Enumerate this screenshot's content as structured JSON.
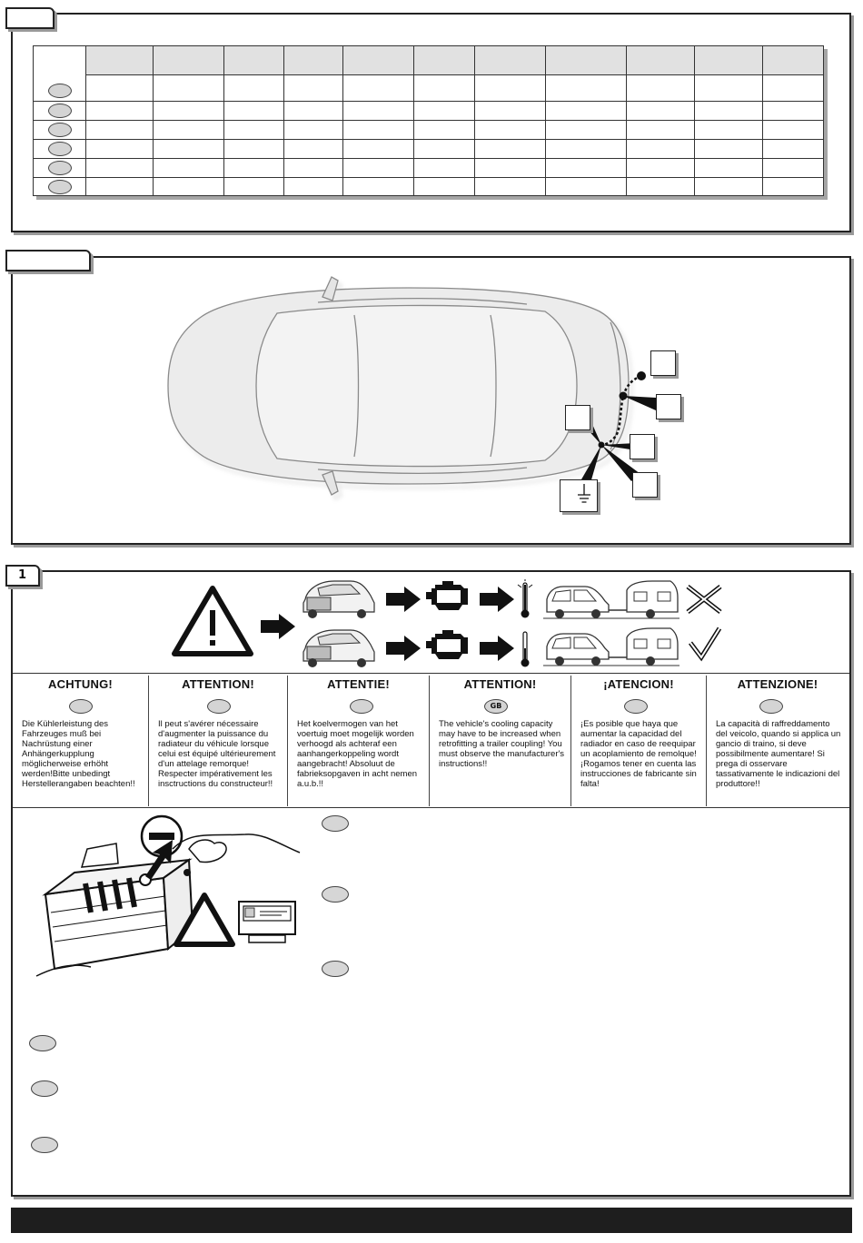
{
  "section1": {
    "tab_label": "",
    "table": {
      "columns": 11,
      "rows": 6
    }
  },
  "section2": {
    "tab_label": ""
  },
  "section3": {
    "tab_label": "1",
    "languages": [
      {
        "heading": "ACHTUNG!",
        "badge": "",
        "text": "Die Kühlerleistung des Fahrzeuges muß bei Nachrüstung einer Anhängerkupplung möglicherweise erhöht werden!Bitte unbedingt Herstellerangaben beachten!!"
      },
      {
        "heading": "ATTENTION!",
        "badge": "",
        "text": "Il peut s'avérer nécessaire d'augmenter la puissance du radiateur du véhicule lorsque celui est équipé ultérieurement d'un attelage remorque! Respecter impérativement les insctructions du constructeur!!"
      },
      {
        "heading": "ATTENTIE!",
        "badge": "",
        "text": "Het koelvermogen van het voertuig moet mogelijk worden verhoogd als achteraf een aanhangerkoppeling wordt aangebracht! Absoluut de fabrieksopgaven in acht nemen a.u.b.!!"
      },
      {
        "heading": "ATTENTION!",
        "badge": "GB",
        "text": "The vehicle's cooling capacity may have to be increased when retrofitting a trailer coupling! You must observe the manufacturer's instructions!!"
      },
      {
        "heading": "¡ATENCION!",
        "badge": "",
        "text": "¡Es posible que haya que aumentar la capacidad del radiador en caso de reequipar un acoplamiento de remolque! ¡Rogamos tener en cuenta las instrucciones de fabricante sin falta!"
      },
      {
        "heading": "ATTENZIONE!",
        "badge": "",
        "text": "La capacità di raffreddamento del veicolo, quando si applica un gancio di traino, si deve possibilmente aumentare! Si prega di osservare tassativamente le indicazioni del produttore!!"
      }
    ]
  },
  "icons": {
    "warning": "warning-triangle-icon",
    "engine": "engine-icon",
    "thermometer": "thermometer-icon",
    "ground": "ground-icon",
    "minus": "minus-icon",
    "cross": "cross-icon",
    "check": "check-icon"
  }
}
